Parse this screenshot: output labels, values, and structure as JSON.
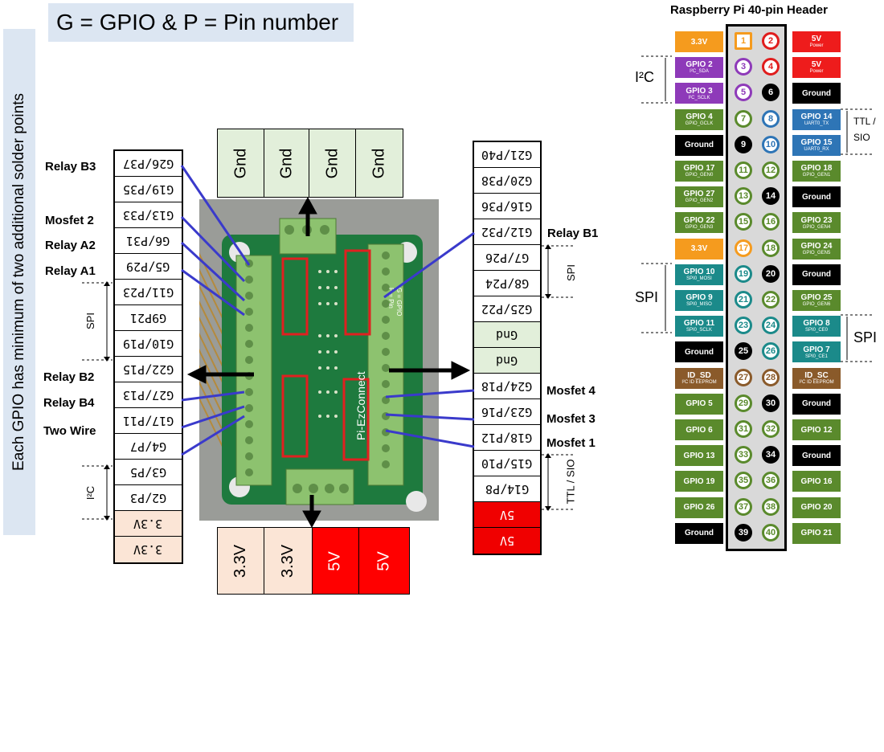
{
  "title": "G = GPIO & P = Pin number",
  "side_note": "Each GPIO has minimum of two additional solder points",
  "left_column": [
    "G26/P37",
    "G19/P35",
    "G13/P33",
    "G6/P31",
    "G5/P29",
    "G11/P23",
    "G9P21",
    "G10/P19",
    "G22/P15",
    "G27/P13",
    "G17/P11",
    "G4/P7",
    "G3/P5",
    "G2/P3",
    "3.3V",
    "3.3V"
  ],
  "left_labels": {
    "relay_b3": "Relay B3",
    "mosfet_2": "Mosfet 2",
    "relay_a2": "Relay A2",
    "relay_a1": "Relay A1",
    "relay_b2": "Relay B2",
    "relay_b4": "Relay B4",
    "two_wire": "Two Wire"
  },
  "left_brackets": {
    "spi": "SPI",
    "i2c": "I²C"
  },
  "right_column": [
    "G21/P40",
    "G20/P38",
    "G16/P36",
    "G12/P32",
    "G7/P26",
    "G8/P24",
    "G25/P22",
    "Gnd",
    "Gnd",
    "G24/P18",
    "G23/P16",
    "G18/P12",
    "G15/P10",
    "G14/P8",
    "5V",
    "5V"
  ],
  "right_labels": {
    "relay_b1": "Relay B1",
    "mosfet_4": "Mosfet 4",
    "mosfet_3": "Mosfet 3",
    "mosfet_1": "Mosfet 1"
  },
  "right_brackets": {
    "spi": "SPI",
    "ttl": "TTL / SIO"
  },
  "top_strip": [
    "Gnd",
    "Gnd",
    "Gnd",
    "Gnd"
  ],
  "bottom_strip": [
    "3.3V",
    "3.3V",
    "5V",
    "5V"
  ],
  "board": {
    "brand": "Pi-EzConnect",
    "legend_g": "G = GPIO",
    "legend_p": "P = Pin"
  },
  "header": {
    "title": "Raspberry Pi 40-pin Header",
    "group_labels": {
      "i2c": "I²C",
      "spi_left": "SPI",
      "spi_right": "SPI",
      "ttl": "TTL /",
      "sio": "SIO"
    },
    "rows": [
      {
        "l": {
          "name": "3.3V",
          "sub": "",
          "c": "orange"
        },
        "pl": "1",
        "pr": "2",
        "r": {
          "name": "5V",
          "sub": "Power",
          "c": "red"
        }
      },
      {
        "l": {
          "name": "GPIO 2",
          "sub": "I²C_SDA",
          "c": "purple"
        },
        "pl": "3",
        "pr": "4",
        "r": {
          "name": "5V",
          "sub": "Power",
          "c": "red"
        }
      },
      {
        "l": {
          "name": "GPIO 3",
          "sub": "I²C_SCLK",
          "c": "purple"
        },
        "pl": "5",
        "pr": "6",
        "r": {
          "name": "Ground",
          "sub": "",
          "c": "black"
        }
      },
      {
        "l": {
          "name": "GPIO 4",
          "sub": "GPIO_GCLK",
          "c": "green"
        },
        "pl": "7",
        "pr": "8",
        "r": {
          "name": "GPIO 14",
          "sub": "UART0_TX",
          "c": "blue"
        }
      },
      {
        "l": {
          "name": "Ground",
          "sub": "",
          "c": "black"
        },
        "pl": "9",
        "pr": "10",
        "r": {
          "name": "GPIO 15",
          "sub": "UART0_RX",
          "c": "blue"
        }
      },
      {
        "l": {
          "name": "GPIO 17",
          "sub": "GPIO_GEN0",
          "c": "green"
        },
        "pl": "11",
        "pr": "12",
        "r": {
          "name": "GPIO 18",
          "sub": "GPIO_GEN1",
          "c": "green"
        }
      },
      {
        "l": {
          "name": "GPIO 27",
          "sub": "GPIO_GEN2",
          "c": "green"
        },
        "pl": "13",
        "pr": "14",
        "r": {
          "name": "Ground",
          "sub": "",
          "c": "black"
        }
      },
      {
        "l": {
          "name": "GPIO 22",
          "sub": "GPIO_GEN3",
          "c": "green"
        },
        "pl": "15",
        "pr": "16",
        "r": {
          "name": "GPIO 23",
          "sub": "GPIO_GEN4",
          "c": "green"
        }
      },
      {
        "l": {
          "name": "3.3V",
          "sub": "",
          "c": "orange"
        },
        "pl": "17",
        "pr": "18",
        "r": {
          "name": "GPIO 24",
          "sub": "GPIO_GEN5",
          "c": "green"
        }
      },
      {
        "l": {
          "name": "GPIO 10",
          "sub": "SPI0_MOSI",
          "c": "teal"
        },
        "pl": "19",
        "pr": "20",
        "r": {
          "name": "Ground",
          "sub": "",
          "c": "black"
        }
      },
      {
        "l": {
          "name": "GPIO 9",
          "sub": "SPI0_MISO",
          "c": "teal"
        },
        "pl": "21",
        "pr": "22",
        "r": {
          "name": "GPIO 25",
          "sub": "GPIO_GEN6",
          "c": "green"
        }
      },
      {
        "l": {
          "name": "GPIO 11",
          "sub": "SPI0_SCLK",
          "c": "teal"
        },
        "pl": "23",
        "pr": "24",
        "r": {
          "name": "GPIO 8",
          "sub": "SPI0_CE0",
          "c": "teal"
        }
      },
      {
        "l": {
          "name": "Ground",
          "sub": "",
          "c": "black"
        },
        "pl": "25",
        "pr": "26",
        "r": {
          "name": "GPIO 7",
          "sub": "SPI0_CE1",
          "c": "teal"
        }
      },
      {
        "l": {
          "name": "ID_SD",
          "sub": "I²C ID EEPROM",
          "c": "brown"
        },
        "pl": "27",
        "pr": "28",
        "r": {
          "name": "ID_SC",
          "sub": "I²C ID EEPROM",
          "c": "brown"
        }
      },
      {
        "l": {
          "name": "GPIO 5",
          "sub": "",
          "c": "green"
        },
        "pl": "29",
        "pr": "30",
        "r": {
          "name": "Ground",
          "sub": "",
          "c": "black"
        }
      },
      {
        "l": {
          "name": "GPIO 6",
          "sub": "",
          "c": "green"
        },
        "pl": "31",
        "pr": "32",
        "r": {
          "name": "GPIO 12",
          "sub": "",
          "c": "green"
        }
      },
      {
        "l": {
          "name": "GPIO 13",
          "sub": "",
          "c": "green"
        },
        "pl": "33",
        "pr": "34",
        "r": {
          "name": "Ground",
          "sub": "",
          "c": "black"
        }
      },
      {
        "l": {
          "name": "GPIO 19",
          "sub": "",
          "c": "green"
        },
        "pl": "35",
        "pr": "36",
        "r": {
          "name": "GPIO 16",
          "sub": "",
          "c": "green"
        }
      },
      {
        "l": {
          "name": "GPIO 26",
          "sub": "",
          "c": "green"
        },
        "pl": "37",
        "pr": "38",
        "r": {
          "name": "GPIO 20",
          "sub": "",
          "c": "green"
        }
      },
      {
        "l": {
          "name": "Ground",
          "sub": "",
          "c": "black"
        },
        "pl": "39",
        "pr": "40",
        "r": {
          "name": "GPIO 21",
          "sub": "",
          "c": "green"
        }
      }
    ]
  },
  "colors": {
    "title_bg": "#dce6f2",
    "gnd": "#e2efda",
    "v33": "#fbe5d6",
    "v5": "#ff0000",
    "connector_line": "#3a3acb"
  }
}
